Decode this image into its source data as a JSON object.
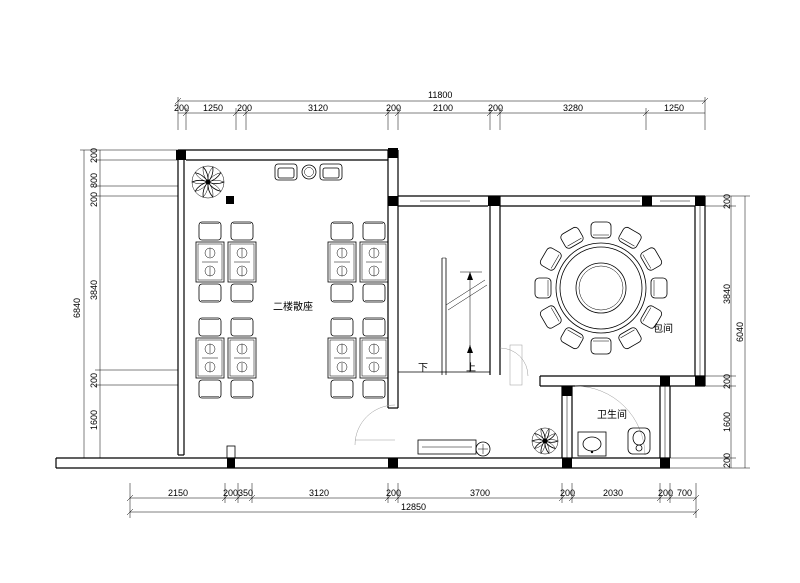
{
  "rooms": {
    "hall": "二楼散座",
    "private_room": "包间",
    "washroom": "卫生间",
    "stair_down": "下",
    "stair_up": "上"
  },
  "dims": {
    "top_total": "11800",
    "top": [
      "200",
      "1250",
      "200",
      "3120",
      "200",
      "2100",
      "200",
      "3280",
      "1250"
    ],
    "bottom": [
      "2150",
      "200350",
      "3120",
      "200",
      "3700",
      "200",
      "2030",
      "200",
      "700"
    ],
    "bottom_total": "12850",
    "left_total": "6840",
    "left": [
      "200",
      "800",
      "200",
      "3840",
      "200",
      "1600"
    ],
    "right_total": "6040",
    "right": [
      "200",
      "3840",
      "200",
      "1600",
      "200"
    ]
  }
}
